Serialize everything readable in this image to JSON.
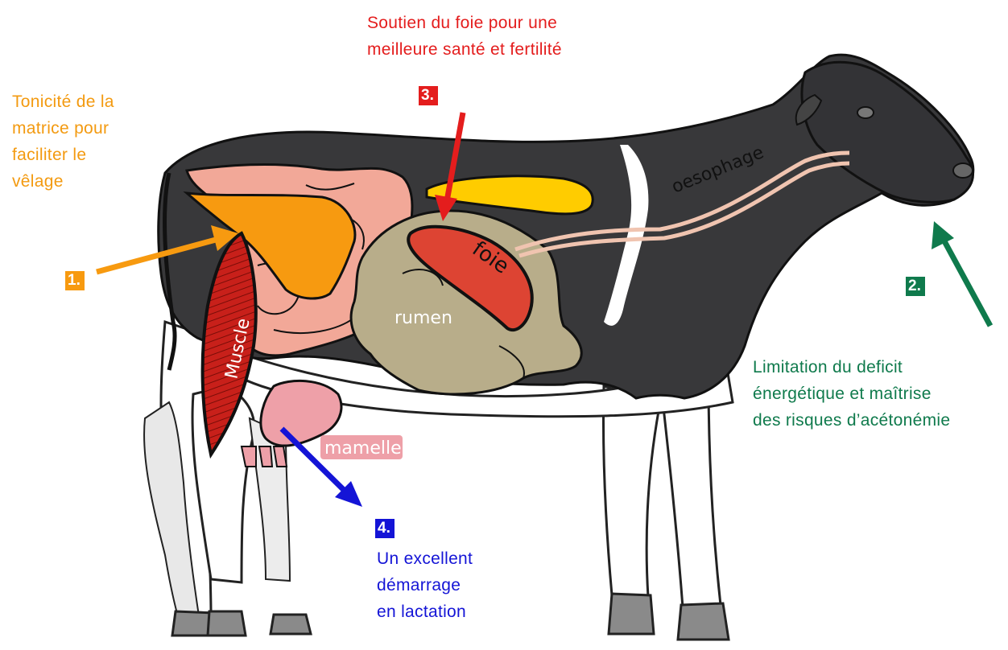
{
  "callouts": {
    "c1": {
      "number": "1.",
      "lines": [
        "Tonicité de la",
        "matrice pour",
        "faciliter le",
        "vêlage"
      ],
      "color": "#f39a10"
    },
    "c2": {
      "number": "2.",
      "lines": [
        "Limitation du deficit",
        "énergétique et maîtrise",
        "des risques d’acétonémie"
      ],
      "color": "#0f7a4c"
    },
    "c3": {
      "number": "3.",
      "lines": [
        "Soutien du foie pour une",
        "meilleure santé et fertilité"
      ],
      "color": "#e41d1d"
    },
    "c4": {
      "number": "4.",
      "lines": [
        "Un excellent",
        "démarrage",
        "en lactation"
      ],
      "color": "#1414d6"
    }
  },
  "organs": {
    "liver": "foie",
    "rumen": "rumen",
    "muscle": "Muscle",
    "udder": "mamelle",
    "esophagus": "oesophage"
  },
  "colors": {
    "uterus": "#f79a10",
    "liver": "#dd4433",
    "rumen": "#b8ad8a",
    "intestine": "#f2a898",
    "muscle": "#c8201a",
    "udder": "#eea0a8",
    "fat": "#ffcc00",
    "hide_black": "#38383a"
  }
}
